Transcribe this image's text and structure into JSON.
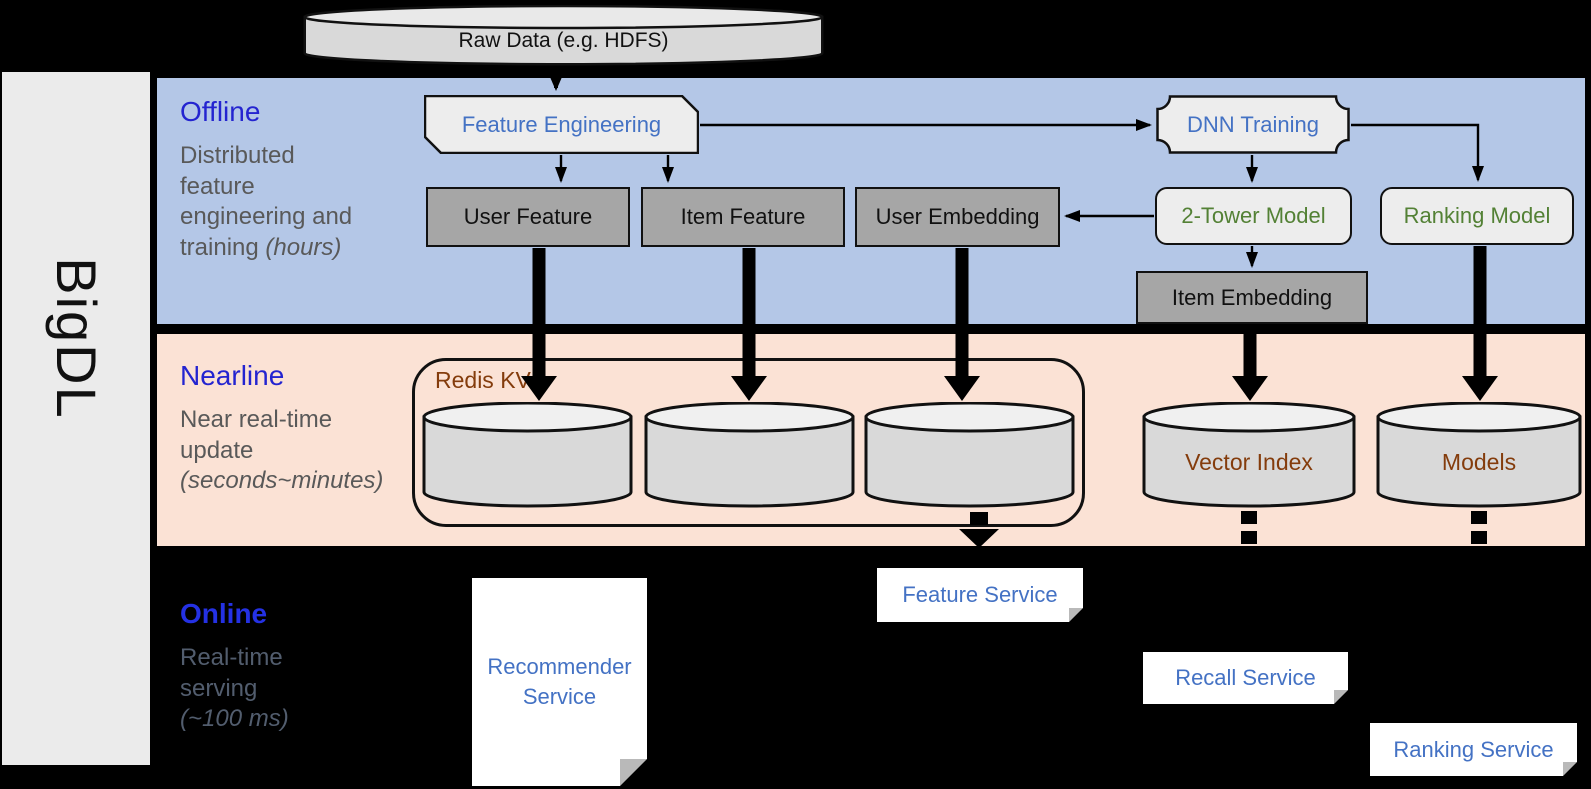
{
  "brand": {
    "label": "BigDL"
  },
  "raw_data": {
    "label": "Raw Data (e.g. HDFS)"
  },
  "sections": {
    "offline": {
      "title": "Offline",
      "subtitle": "Distributed feature engineering and training",
      "subtitle_em": "(hours)"
    },
    "nearline": {
      "title": "Nearline",
      "subtitle": "Near real-time update",
      "subtitle_em": "(seconds~minutes)"
    },
    "online": {
      "title": "Online",
      "subtitle": "Real-time serving",
      "subtitle_em": "(~100 ms)"
    }
  },
  "nodes": {
    "feature_engineering": "Feature Engineering",
    "dnn_training": "DNN Training",
    "user_feature": "User Feature",
    "item_feature": "Item Feature",
    "user_embedding": "User Embedding",
    "two_tower_model": "2-Tower Model",
    "ranking_model": "Ranking Model",
    "item_embedding": "Item Embedding",
    "redis_kv": "Redis KV",
    "vector_index": "Vector Index",
    "models": "Models",
    "recommender_service": "Recommender Service",
    "feature_service": "Feature Service",
    "recall_service": "Recall Service",
    "ranking_service": "Ranking Service"
  },
  "colors": {
    "offline_bg": "#b4c7e7",
    "nearline_bg": "#fbe2d5",
    "online_bg": "#000000",
    "sidebar_bg": "#ebebeb",
    "header_blue": "#2424d0",
    "subtitle_gray": "#595959",
    "node_blue": "#4472c4",
    "node_green": "#538135",
    "node_brown": "#843c0c",
    "gray_box": "#a6a6a6",
    "shape_fill": "#ededed",
    "cylinder_fill": "#d9d9d9"
  }
}
